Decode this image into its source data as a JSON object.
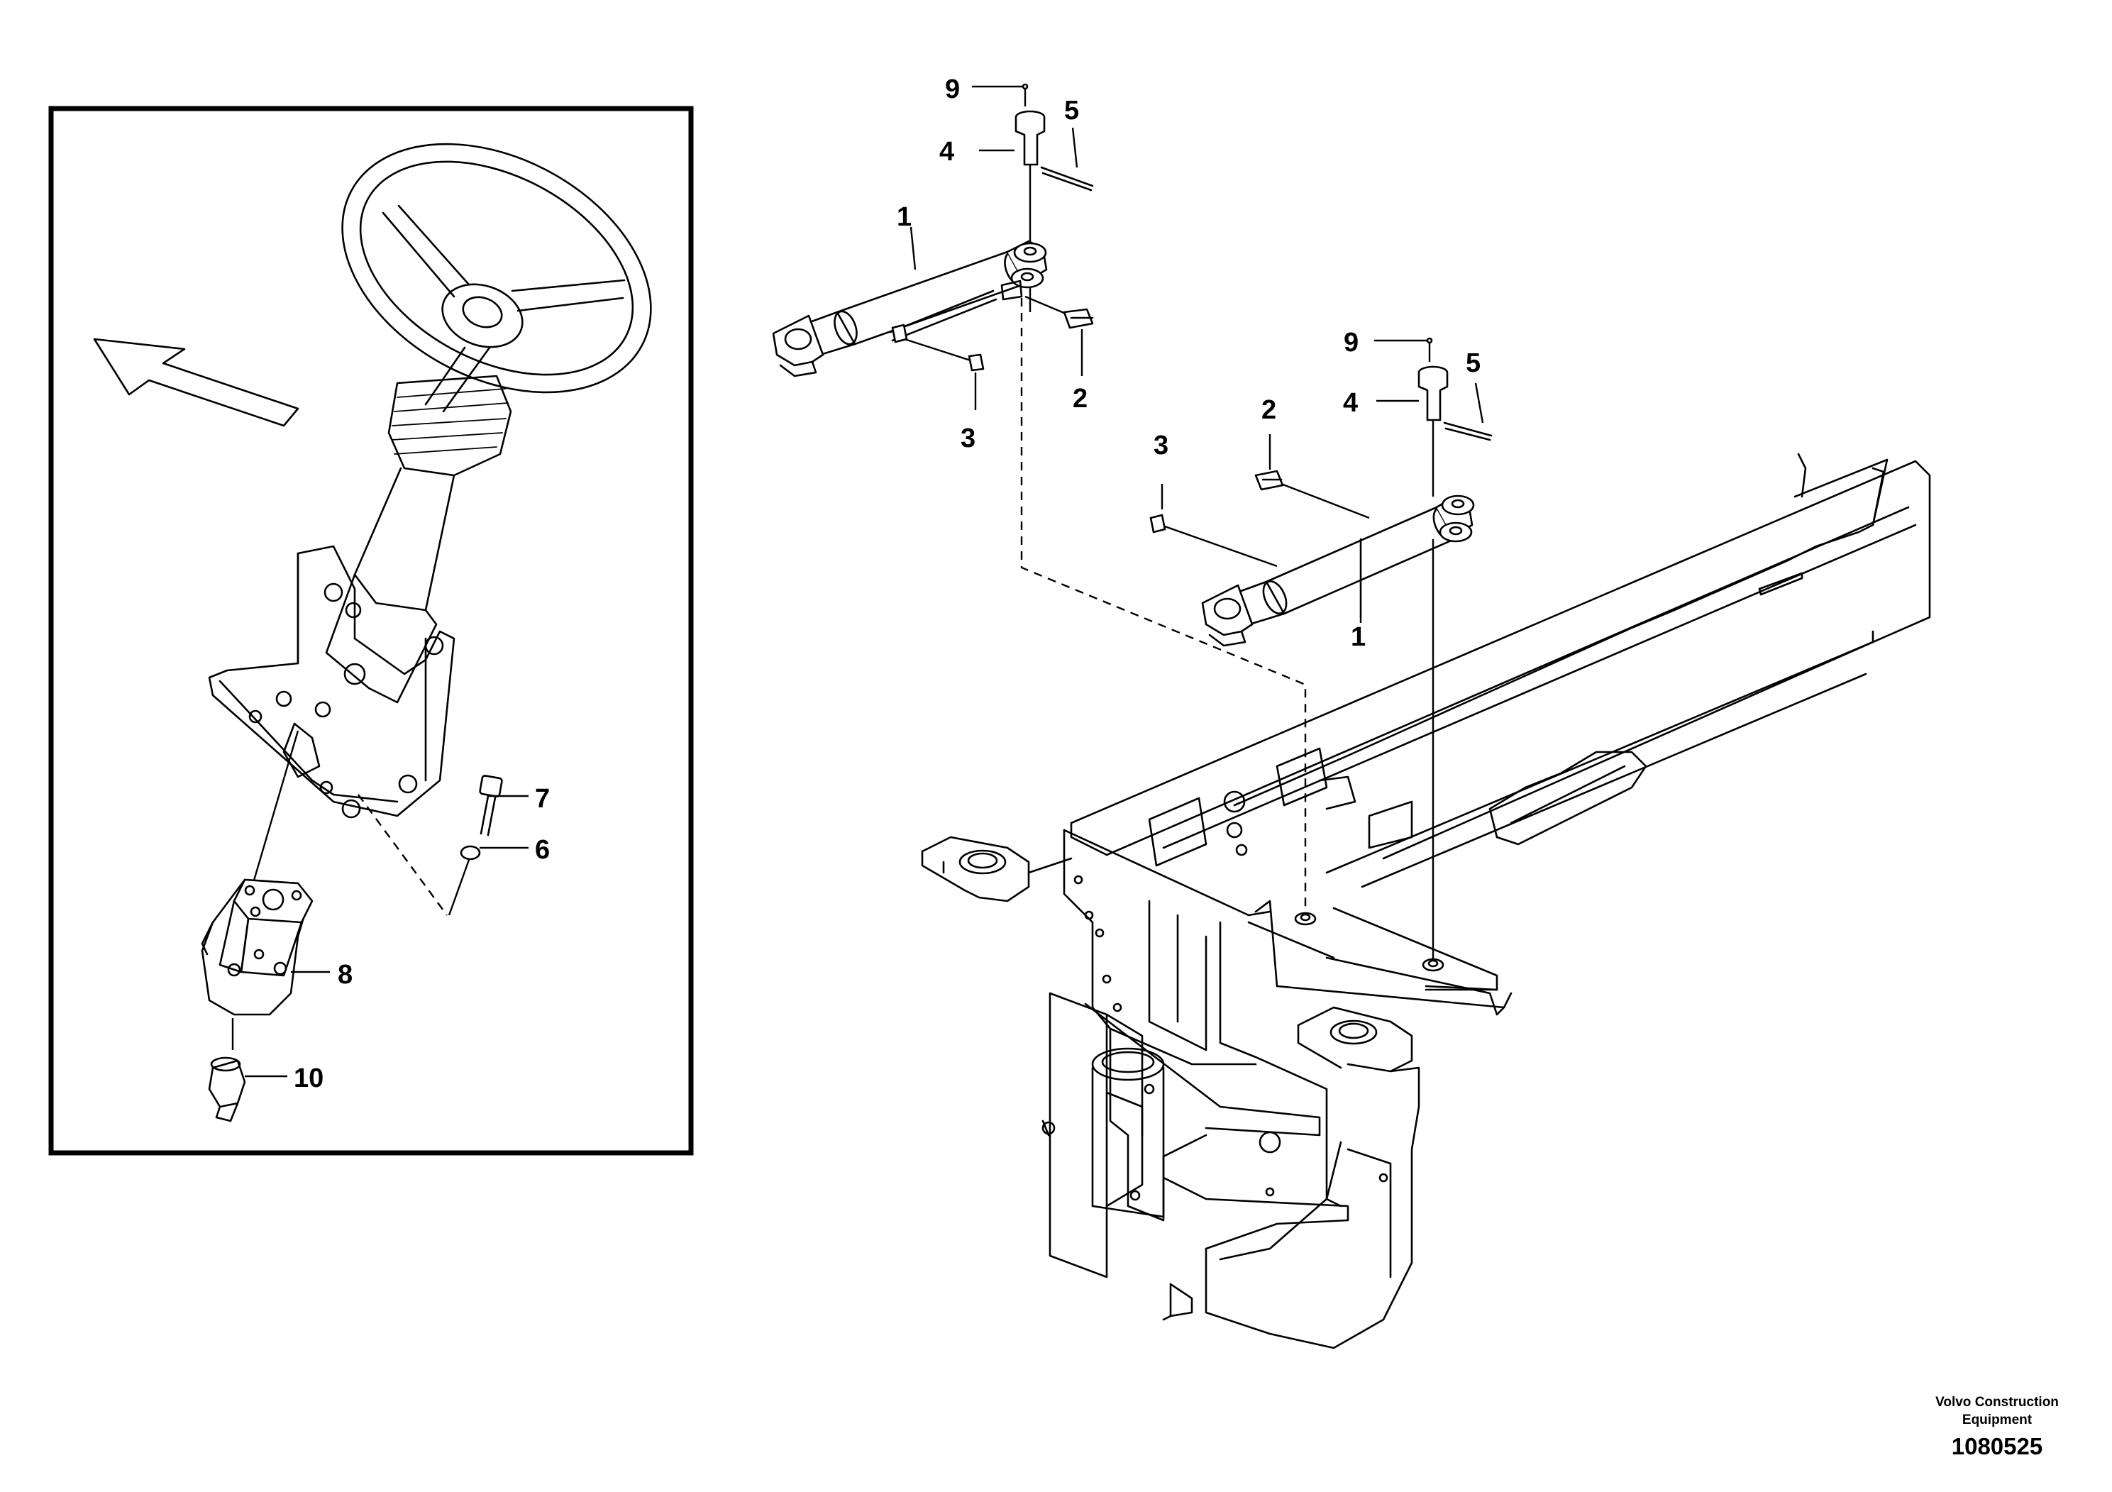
{
  "callouts": {
    "c1a": "1",
    "c2a": "2",
    "c3a": "3",
    "c4a": "4",
    "c5a": "5",
    "c9a": "9",
    "c1b": "1",
    "c2b": "2",
    "c3b": "3",
    "c4b": "4",
    "c5b": "5",
    "c9b": "9",
    "c6": "6",
    "c7": "7",
    "c8": "8",
    "c10": "10"
  },
  "footer": {
    "brand_line1": "Volvo Construction",
    "brand_line2": "Equipment",
    "doc_number": "1080525"
  }
}
